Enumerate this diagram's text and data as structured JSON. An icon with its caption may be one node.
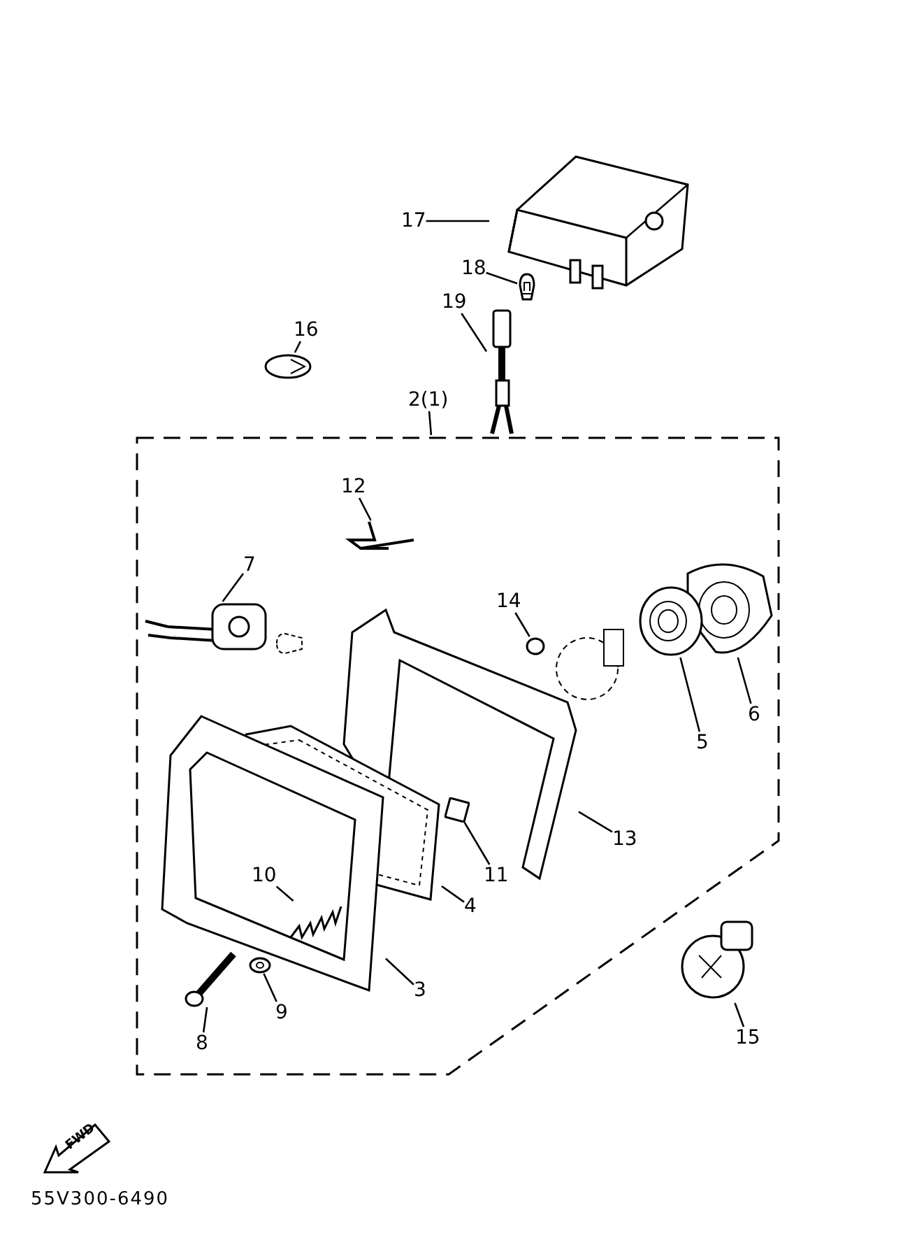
{
  "diagram": {
    "nodes": [
      {
        "text": [
          "17"
        ]
      },
      {
        "text": [],
        "shape": "picture"
      },
      {
        "text": [
          "18"
        ]
      },
      {
        "text": [],
        "shape": "picture"
      },
      {
        "text": [
          "19"
        ]
      },
      {
        "text": [],
        "shape": "picture"
      },
      {
        "text": [
          "16"
        ]
      },
      {
        "text": [],
        "shape": "picture"
      },
      {
        "text": [
          "2(1)"
        ]
      },
      {
        "text": [],
        "shape": "box"
      },
      {
        "text": [
          "12"
        ],
        "in": 9
      },
      {
        "text": [],
        "shape": "picture",
        "in": 9
      },
      {
        "text": [
          "7"
        ],
        "in": 9
      },
      {
        "text": [],
        "shape": "picture",
        "in": 9
      },
      {
        "text": [
          "14"
        ],
        "in": 9
      },
      {
        "text": [],
        "shape": "circle",
        "in": 9
      },
      {
        "text": [
          "6"
        ],
        "in": 9
      },
      {
        "text": [],
        "shape": "picture",
        "in": 9
      },
      {
        "text": [
          "5"
        ],
        "in": 9
      },
      {
        "text": [],
        "shape": "picture",
        "in": 9
      },
      {
        "text": [
          "13"
        ],
        "in": 9
      },
      {
        "text": [],
        "shape": "picture",
        "in": 9
      },
      {
        "text": [
          "11"
        ],
        "in": 9
      },
      {
        "text": [],
        "shape": "box",
        "in": 9
      },
      {
        "text": [
          "4"
        ],
        "in": 9
      },
      {
        "text": [],
        "shape": "picture",
        "in": 9
      },
      {
        "text": [
          "10"
        ],
        "in": 29
      },
      {
        "text": [],
        "shape": "picture",
        "in": 29
      },
      {
        "text": [
          "3"
        ],
        "in": 9
      },
      {
        "text": [],
        "shape": "picture",
        "in": 9
      },
      {
        "text": [
          "9"
        ],
        "in": 9
      },
      {
        "text": [],
        "shape": "picture",
        "in": 9
      },
      {
        "text": [
          "8"
        ],
        "in": 9
      },
      {
        "text": [],
        "shape": "picture",
        "in": 9
      },
      {
        "text": [
          "15"
        ],
        "in": 9
      },
      {
        "text": [],
        "shape": "picture",
        "in": 9
      }
    ],
    "edges": [
      {
        "from": 0,
        "to": 1,
        "arrow": "none"
      },
      {
        "from": 2,
        "to": 3,
        "arrow": "none"
      },
      {
        "from": 4,
        "to": 5,
        "arrow": "none"
      },
      {
        "from": 6,
        "to": 7,
        "arrow": "none"
      },
      {
        "from": 8,
        "to": 9,
        "arrow": "none"
      },
      {
        "from": 10,
        "to": 11,
        "arrow": "none"
      },
      {
        "from": 12,
        "to": 13,
        "arrow": "none"
      },
      {
        "from": 14,
        "to": 15,
        "arrow": "none"
      },
      {
        "from": 16,
        "to": 17,
        "arrow": "none"
      },
      {
        "from": 18,
        "to": 19,
        "arrow": "none"
      },
      {
        "from": 20,
        "to": 21,
        "arrow": "none"
      },
      {
        "from": 22,
        "to": 23,
        "arrow": "none"
      },
      {
        "from": 24,
        "to": 25,
        "arrow": "none"
      },
      {
        "from": 26,
        "to": 27,
        "arrow": "none"
      },
      {
        "from": 28,
        "to": 29,
        "arrow": "none"
      },
      {
        "from": 30,
        "to": 31,
        "arrow": "none"
      },
      {
        "from": 32,
        "to": 33,
        "arrow": "none"
      },
      {
        "from": 34,
        "to": 35,
        "arrow": "none"
      }
    ],
    "labels": [
      "FWD",
      "55V300-6490"
    ]
  }
}
